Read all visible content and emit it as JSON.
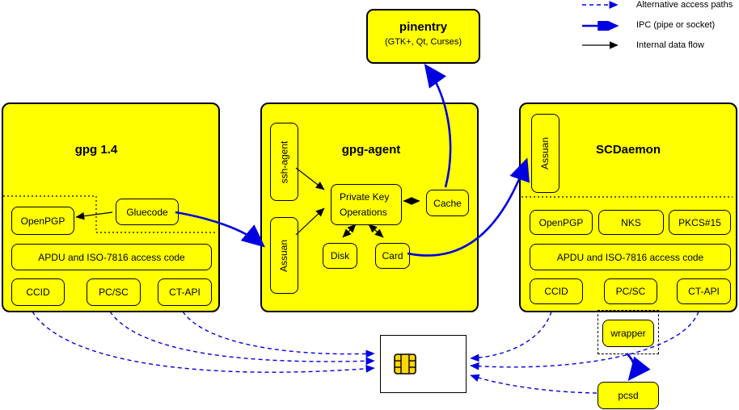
{
  "legend": {
    "items": [
      {
        "label": "Alternative access paths",
        "style": "dashed-blue-arrow"
      },
      {
        "label": "IPC (pipe or socket)",
        "style": "thick-blue-arrow"
      },
      {
        "label": "Internal data flow",
        "style": "thin-black-arrow"
      }
    ]
  },
  "pinentry": {
    "title": "pinentry",
    "subtitle": "(GTK+, Qt, Curses)"
  },
  "gpg14": {
    "title": "gpg 1.4",
    "gluecode": "Gluecode",
    "openpgp": "OpenPGP",
    "apdu": "APDU and ISO-7816 access code",
    "ccid": "CCID",
    "pcsc": "PC/SC",
    "ctapi": "CT-API"
  },
  "gpgagent": {
    "title": "gpg-agent",
    "ssh_agent": "ssh-agent",
    "assuan": "Assuan",
    "pko_line1": "Private Key",
    "pko_line2": "Operations",
    "cache": "Cache",
    "disk": "Disk",
    "card": "Card"
  },
  "scdaemon": {
    "title": "SCDaemon",
    "assuan": "Assuan",
    "openpgp": "OpenPGP",
    "nks": "NKS",
    "pkcs15": "PKCS#15",
    "apdu": "APDU and ISO-7816 access code",
    "ccid": "CCID",
    "pcsc": "PC/SC",
    "ctapi": "CT-API"
  },
  "peripherals": {
    "wrapper": "wrapper",
    "pcsd": "pcsd"
  },
  "colors": {
    "box_fill": "#ffff00",
    "arrow_blue": "#0000e0",
    "arrow_black": "#000000",
    "smartcard_fill": "#ffffff",
    "chip_fill": "#ffd700",
    "background": "#ffffff"
  }
}
